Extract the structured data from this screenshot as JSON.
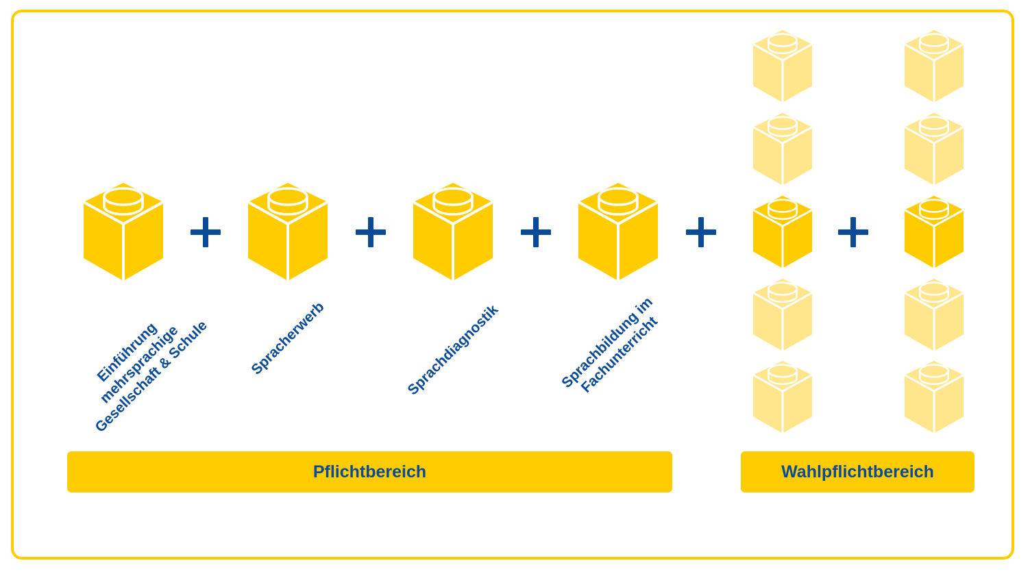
{
  "colors": {
    "brick": "#FFCC00",
    "brick_faded": "#FFE68C",
    "text": "#0B4A96",
    "frame": "#FFCC00"
  },
  "modules": [
    {
      "label": "Einführung\nmehrsprachige\nGesellschaft & Schule"
    },
    {
      "label": "Spracherwerb"
    },
    {
      "label": "Sprachdiagnostik"
    },
    {
      "label": "Sprachbildung im\nFachunterricht"
    }
  ],
  "areas": {
    "mandatory": "Pflichtbereich",
    "elective": "Wahlpflichtbereich"
  }
}
